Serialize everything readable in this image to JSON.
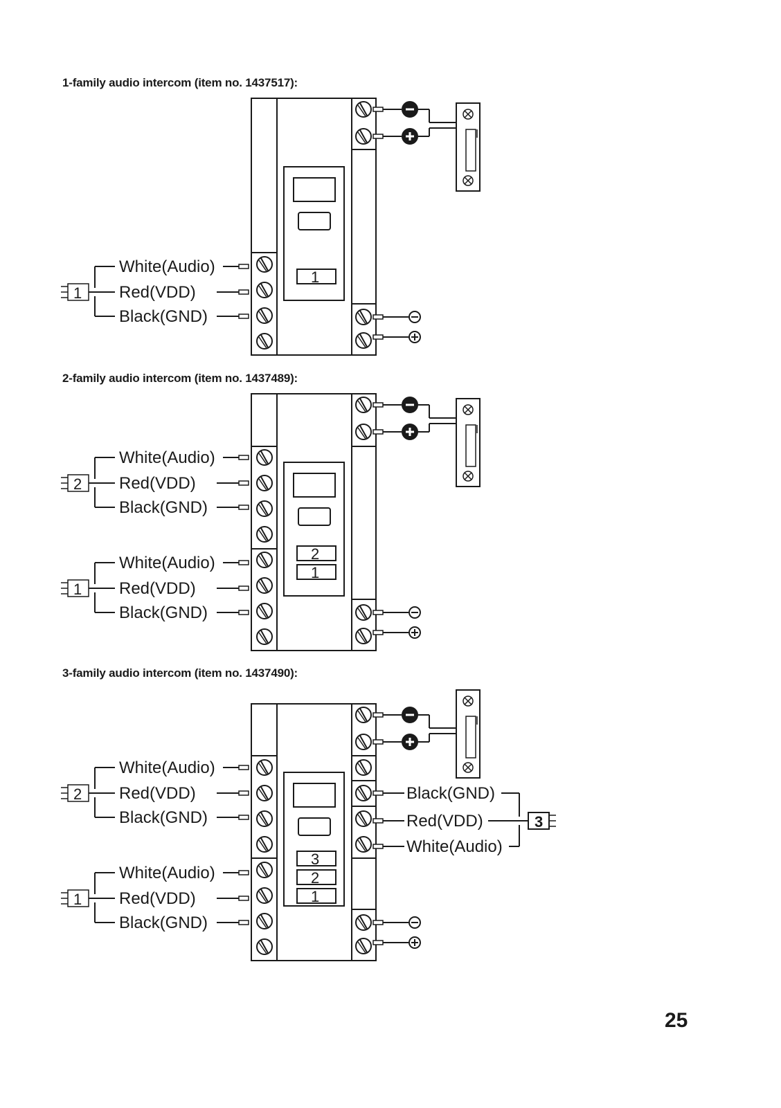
{
  "page_number": "25",
  "wire_labels": {
    "white": "White(Audio)",
    "red": "Red(VDD)",
    "black": "Black(GND)"
  },
  "diagrams": [
    {
      "caption": "1-family audio intercom (item no. 1437517):",
      "buttons": [
        "1"
      ],
      "left_groups": [
        "1"
      ],
      "right_groups": []
    },
    {
      "caption": "2-family audio intercom (item no. 1437489):",
      "buttons": [
        "2",
        "1"
      ],
      "left_groups": [
        "2",
        "1"
      ],
      "right_groups": []
    },
    {
      "caption": "3-family audio intercom (item no. 1437490):",
      "buttons": [
        "3",
        "2",
        "1"
      ],
      "left_groups": [
        "2",
        "1"
      ],
      "right_groups": [
        "3"
      ]
    }
  ]
}
